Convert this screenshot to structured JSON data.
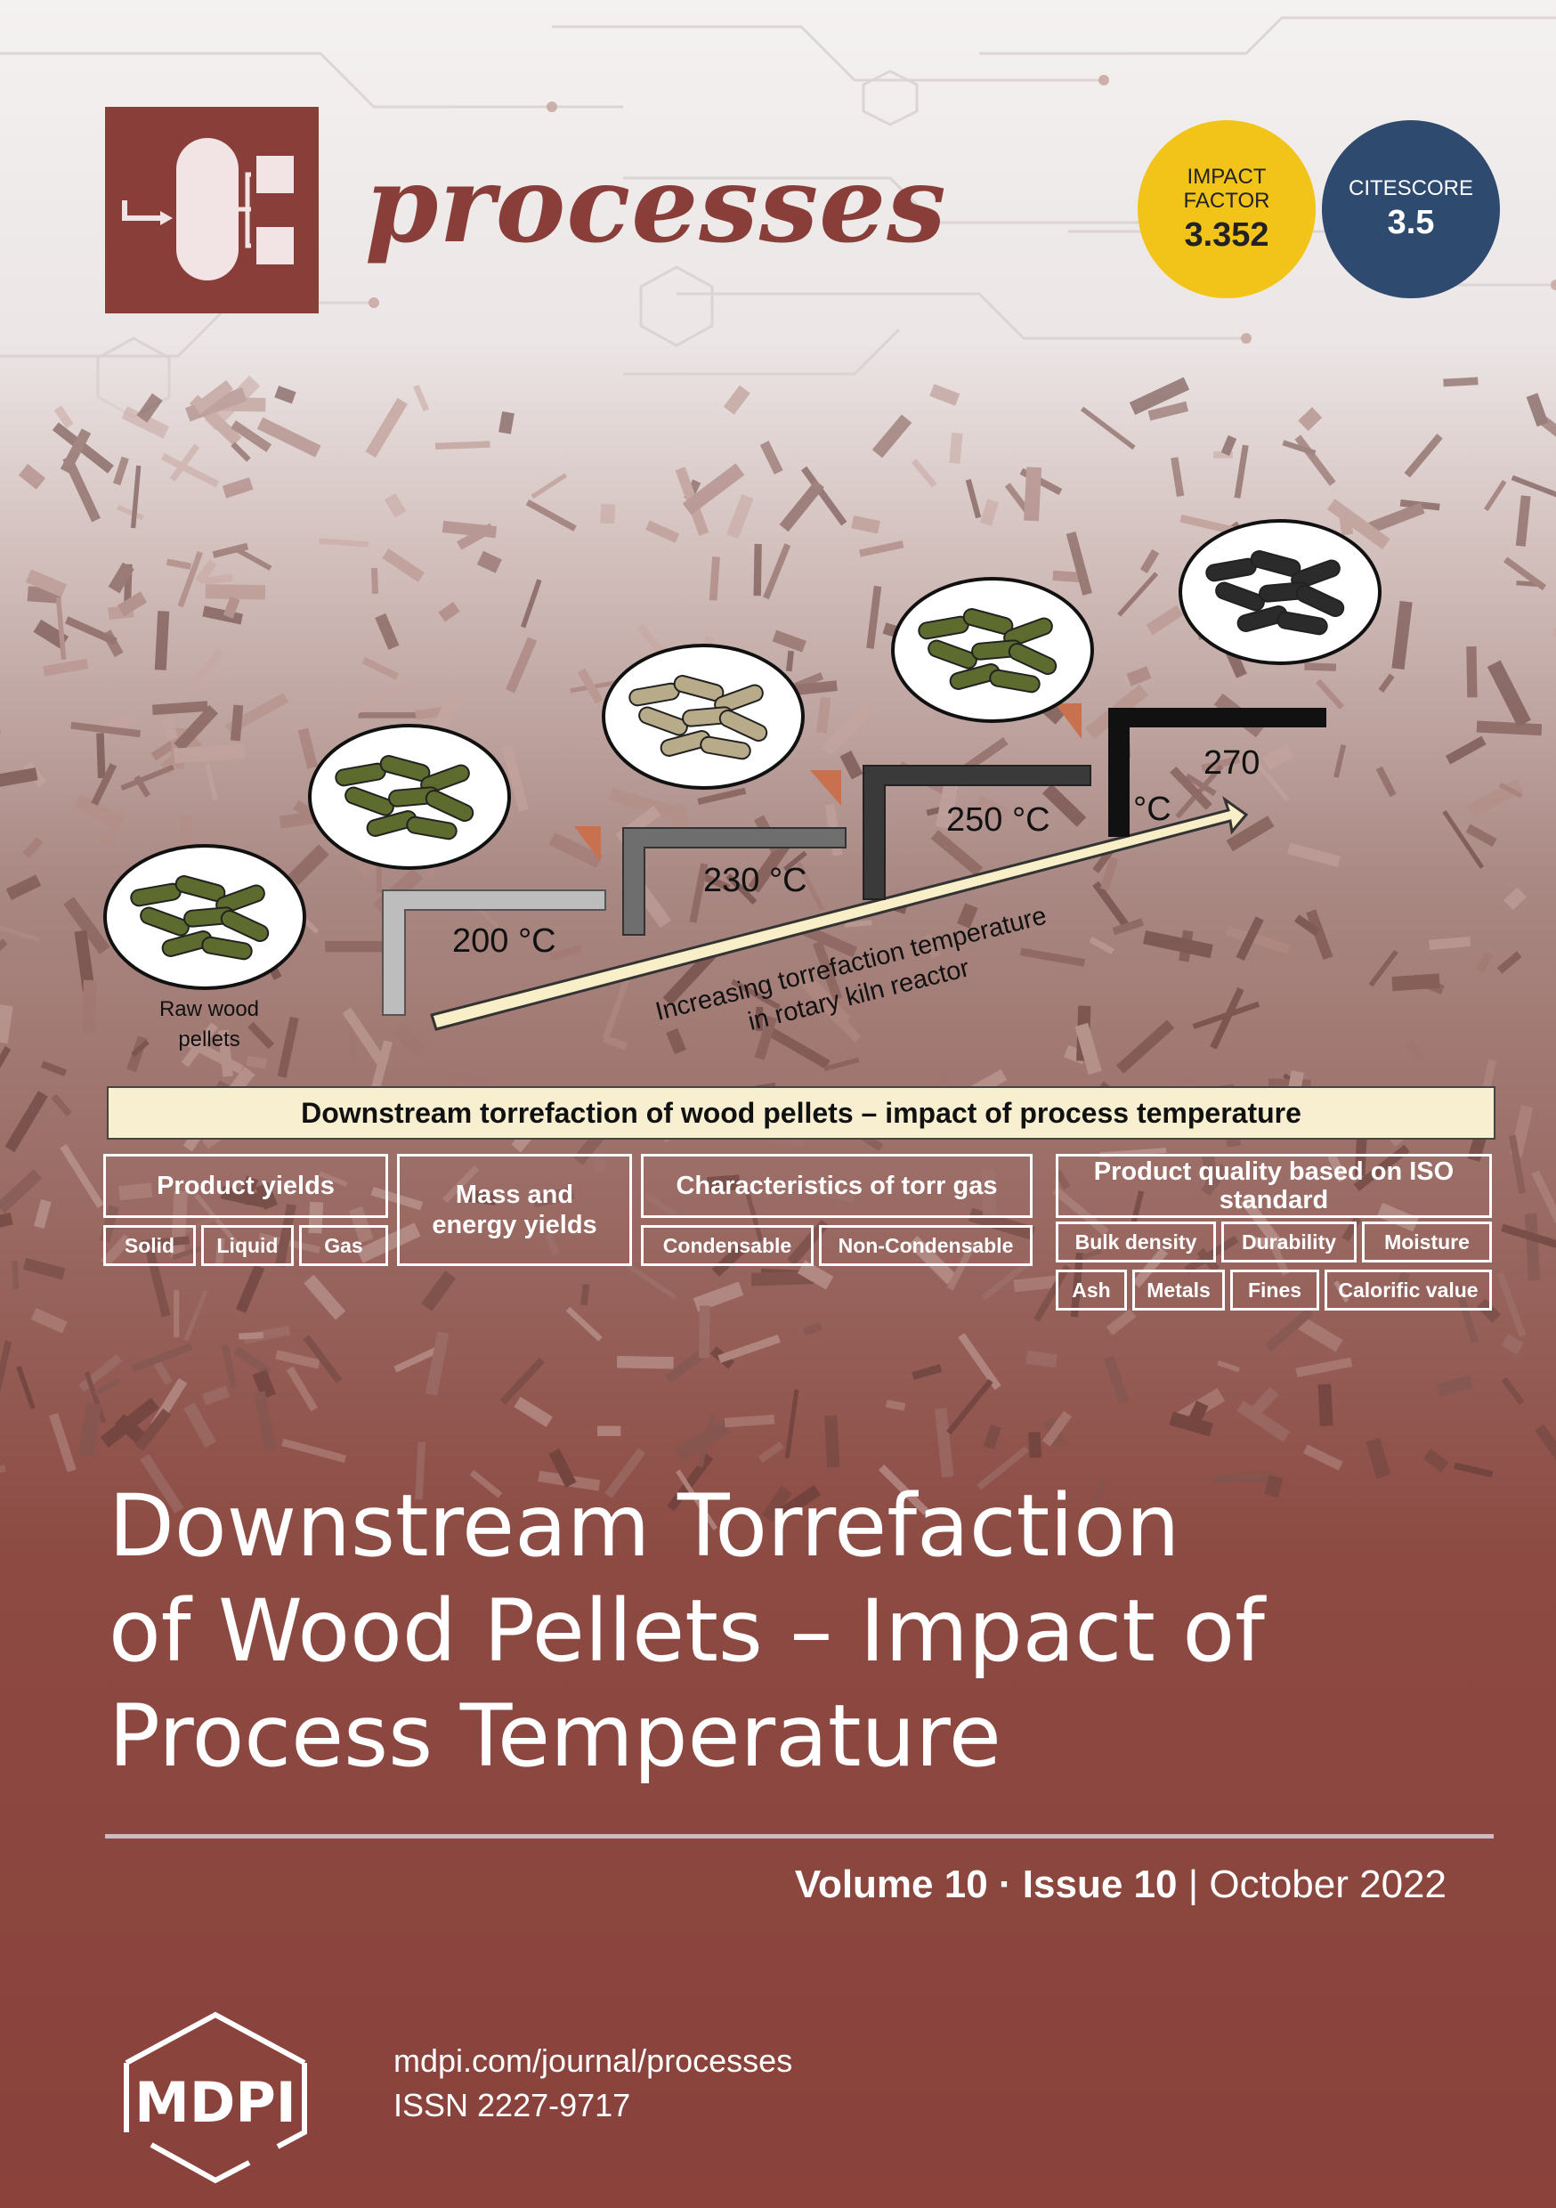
{
  "journal": {
    "name": "processes"
  },
  "metrics": {
    "impact": {
      "label_line1": "IMPACT",
      "label_line2": "FACTOR",
      "value": "3.352"
    },
    "citescore": {
      "label": "CITESCORE",
      "value": "3.5"
    }
  },
  "graphic": {
    "raw_caption_1": "Raw wood",
    "raw_caption_2": "pellets",
    "temperatures": [
      "200 °C",
      "230 °C",
      "250 °C",
      "270",
      "°C"
    ],
    "arrow_text_1": "Increasing torrefaction temperature",
    "arrow_text_2": "in rotary kiln reactor",
    "banner": "Downstream torrefaction of wood pellets – impact of process temperature",
    "groups": {
      "yields": {
        "label": "Product yields",
        "items": [
          "Solid",
          "Liquid",
          "Gas"
        ]
      },
      "mass_energy": {
        "label_1": "Mass and",
        "label_2": "energy yields"
      },
      "torr_gas": {
        "label": "Characteristics of torr gas",
        "items": [
          "Condensable",
          "Non-Condensable"
        ]
      },
      "quality": {
        "label_1": "Product quality based on ISO",
        "label_2": "standard",
        "row1": [
          "Bulk density",
          "Durability",
          "Moisture"
        ],
        "row2": [
          "Ash",
          "Metals",
          "Fines",
          "Calorific value"
        ]
      }
    },
    "colors": {
      "pellet_green": "#5d6b2e",
      "pellet_tan": "#b8ab8a",
      "pellet_black": "#2b2b2b",
      "step_light": "#bdbdbd",
      "step_mid": "#6e6e6e",
      "step_dark": "#3a3a3a",
      "step_black": "#111111",
      "arrow_fill": "#f8eec8",
      "marker": "#c9714e"
    }
  },
  "article": {
    "title_line1": "Downstream Torrefaction",
    "title_line2": "of Wood Pellets – Impact of",
    "title_line3": "Process Temperature"
  },
  "issue": {
    "volume": "Volume 10",
    "sep": " · ",
    "issue": "Issue 10",
    "bar": " | ",
    "date": "October 2022"
  },
  "publisher": {
    "name": "MDPI",
    "url": "mdpi.com/journal/processes",
    "issn": "ISSN 2227-9717"
  },
  "brand_color": "#8a3e3a"
}
